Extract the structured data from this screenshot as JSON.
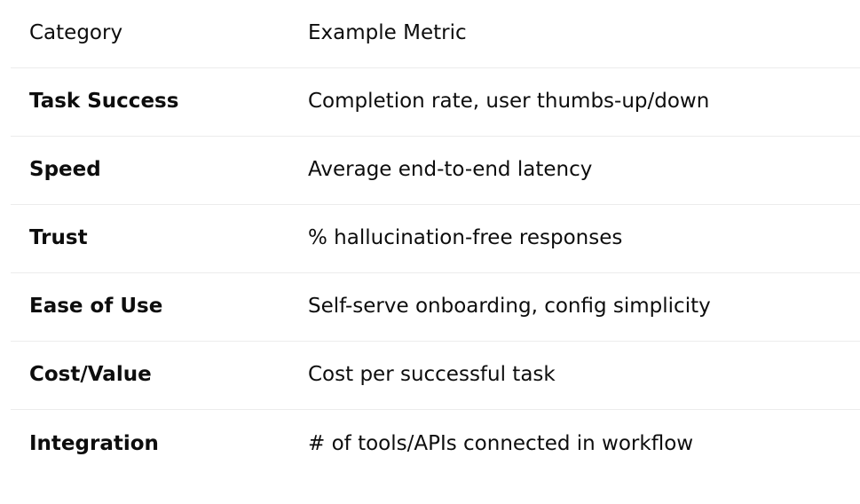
{
  "table": {
    "headers": {
      "category": "Category",
      "metric": "Example Metric"
    },
    "rows": [
      {
        "category": "Task Success",
        "metric": "Completion rate, user thumbs-up/down"
      },
      {
        "category": "Speed",
        "metric": "Average end-to-end latency"
      },
      {
        "category": "Trust",
        "metric": "% hallucination-free responses"
      },
      {
        "category": "Ease of Use",
        "metric": "Self-serve onboarding, config simplicity"
      },
      {
        "category": "Cost/Value",
        "metric": "Cost per successful task"
      },
      {
        "category": "Integration",
        "metric": "# of tools/APIs connected in workflow"
      }
    ]
  }
}
